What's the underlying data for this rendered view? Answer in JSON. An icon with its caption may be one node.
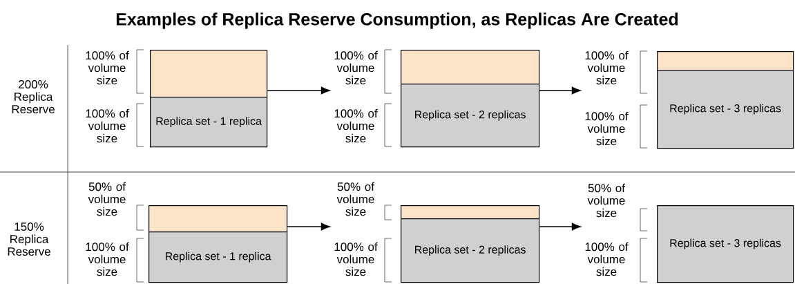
{
  "diagram": {
    "title": "Examples of Replica Reserve Consumption, as Replicas Are Created",
    "nodes": [
      {
        "text": [],
        "shape": "box"
      },
      {
        "text": [
          "Replica set - 1 replica"
        ]
      },
      {
        "text": [
          "100% of volume size"
        ]
      },
      {
        "text": [],
        "shape": "box"
      },
      {
        "text": [
          "Replica set - 2 replicas"
        ]
      },
      {
        "text": [
          "100% of volume size"
        ]
      },
      {
        "text": [],
        "shape": "box"
      },
      {
        "text": [
          "Replica set - 3 replicas"
        ]
      },
      {
        "text": [],
        "shape": "box"
      },
      {
        "text": [
          "Replica set - 1 replica"
        ]
      },
      {
        "text": [
          "50% of volume size"
        ]
      },
      {
        "text": [],
        "shape": "box"
      },
      {
        "text": [
          "Replica set - 2 replicas"
        ]
      },
      {
        "text": [
          "50% of volume size"
        ]
      },
      {
        "text": [
          "Replica set - 3 replicas"
        ]
      }
    ],
    "edges": [
      {
        "from": 0,
        "to": 2,
        "arrow": "to"
      },
      {
        "from": 4,
        "to": 5,
        "arrow": "to"
      },
      {
        "from": 8,
        "to": 10,
        "arrow": "to"
      },
      {
        "from": 12,
        "to": 13,
        "arrow": "to"
      }
    ],
    "labels": [
      "200% Replica Reserve",
      "100% of volume size",
      "100% of volume size",
      "100% of volume size",
      "100% of volume size",
      "150% Replica Reserve",
      "50% of volume size",
      "100% of volume size",
      "100% of volume size",
      "100% of volume size"
    ]
  }
}
